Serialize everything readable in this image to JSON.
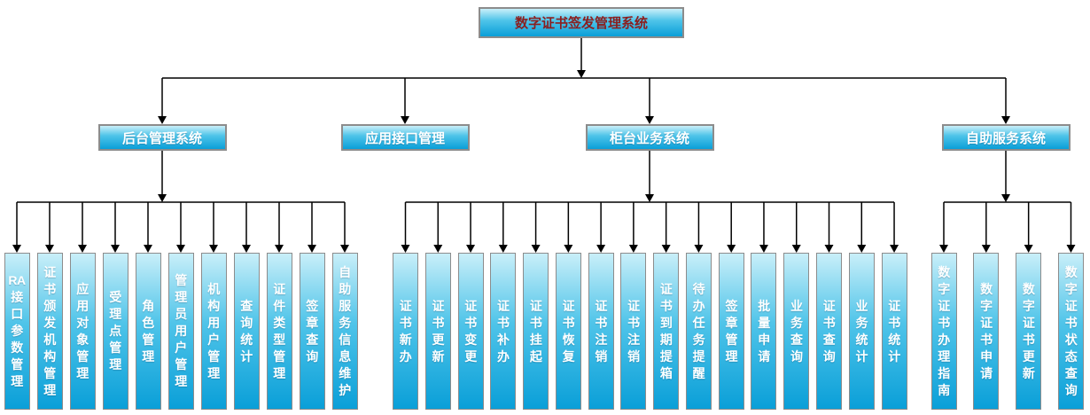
{
  "diagram": {
    "root": {
      "label": "数字证书签发管理系统"
    },
    "branches": [
      {
        "label": "后台管理系统",
        "children": [
          "RA接口参数管理",
          "证书颁发机构管理",
          "应用对象管理",
          "受理点管理",
          "角色管理",
          "管理员用户管理",
          "机构用户管理",
          "查询统计",
          "证件类型管理",
          "签章查询",
          "自助服务信息维护"
        ]
      },
      {
        "label": "应用接口管理",
        "children": []
      },
      {
        "label": "柜台业务系统",
        "children": [
          "证书新办",
          "证书更新",
          "证书变更",
          "证书补办",
          "证书挂起",
          "证书恢复",
          "证书注销",
          "证书注销",
          "证书到期提箱",
          "待办任务提醒",
          "签章管理",
          "批量申请",
          "业务查询",
          "证书查询",
          "业务统计",
          "证书统计"
        ]
      },
      {
        "label": "自助服务系统",
        "children": [
          "数字证书办理指南",
          "数字证书申请",
          "数字证书更新",
          "数字证书状态查询"
        ]
      }
    ],
    "colors": {
      "background": "#ffffff",
      "node_gradient_top": "#c9eff9",
      "node_gradient_mid": "#4fc4e9",
      "node_gradient_bottom": "#0a9fd8",
      "node_border": "#8c8c8c",
      "root_text": "#8b1e1e",
      "node_text": "#ffffff",
      "connector": "#000000"
    }
  }
}
